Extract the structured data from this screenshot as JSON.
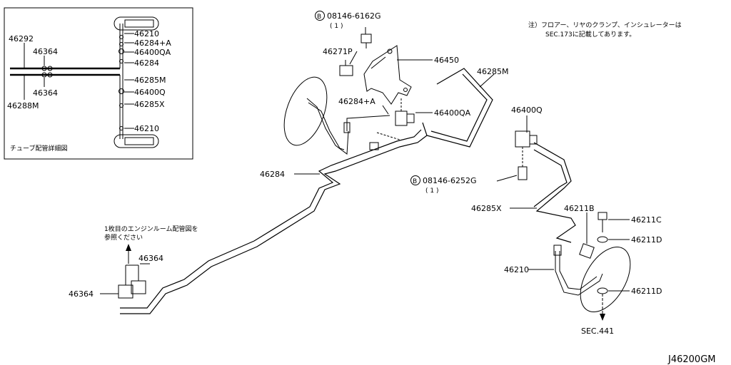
{
  "inset": {
    "labels": {
      "p46292": "46292",
      "p46364_top": "46364",
      "p46364_bot": "46364",
      "p46288M": "46288M",
      "p46210_top": "46210",
      "p46284A": "46284+A",
      "p46400QA": "46400QA",
      "p46284": "46284",
      "p46285M": "46285M",
      "p46400Q": "46400Q",
      "p46285X": "46285X",
      "p46210_bot": "46210"
    },
    "caption": "チューブ配管詳細図"
  },
  "main": {
    "labels": {
      "bolt_top_code": "08146-6162G",
      "bolt_top_qty": "( 1 )",
      "p46271P": "46271P",
      "p46450": "46450",
      "p46284A": "46284+A",
      "p46400QA": "46400QA",
      "p46285M": "46285M",
      "p46400Q": "46400Q",
      "p46284": "46284",
      "bolt_mid_code": "08146-6252G",
      "bolt_mid_qty": "( 1 )",
      "p46285X": "46285X",
      "p46211B": "46211B",
      "p46211C": "46211C",
      "p46211D_top": "46211D",
      "p46210": "46210",
      "p46211D_bot": "46211D",
      "sec441": "SEC.441",
      "p46364_top": "46364",
      "p46364_side": "46364",
      "engine_note_1": "1枚目のエンジンルーム配管図を",
      "engine_note_2": "参照ください"
    },
    "bolt_symbol": "B"
  },
  "note": {
    "line1": "注）フロアー、リヤのクランプ、インシュレーターは",
    "line2": "SEC.173に記載してあります。"
  },
  "diagram_id": "J46200GM"
}
